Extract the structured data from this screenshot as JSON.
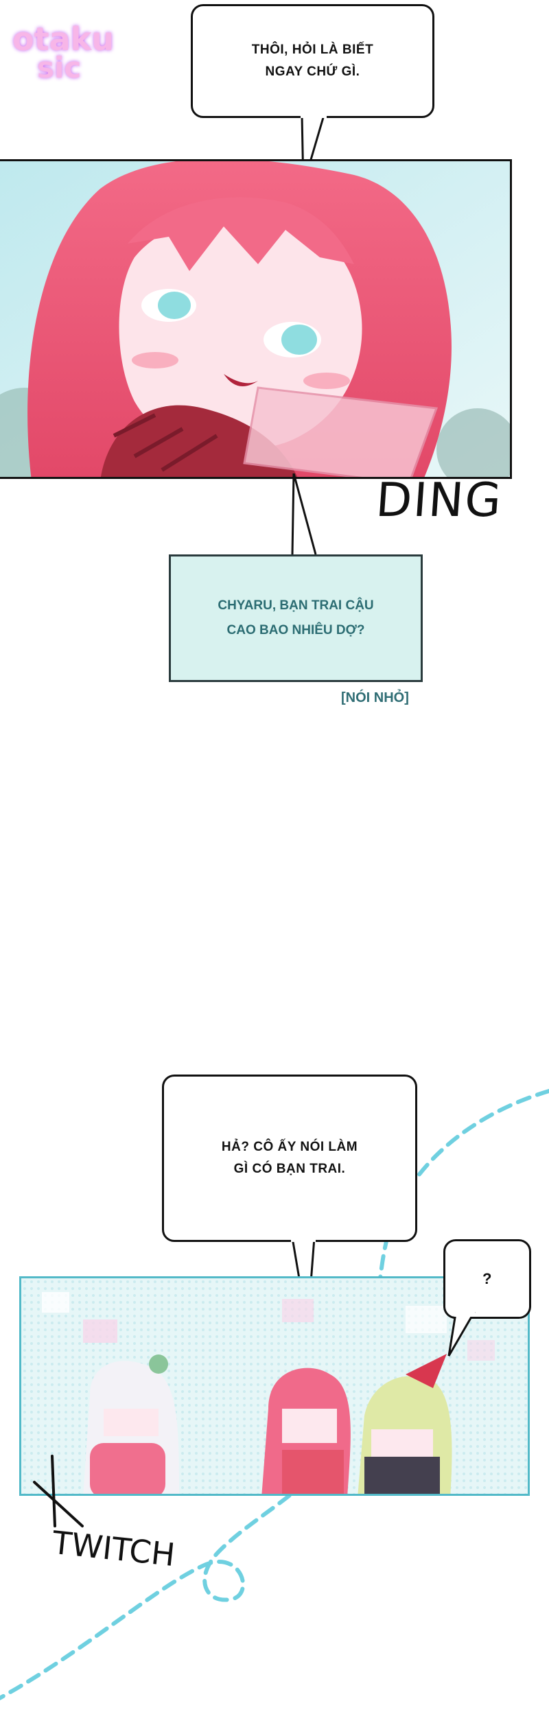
{
  "logo": {
    "line1": "otaku",
    "line2": "sic"
  },
  "bubble1": {
    "text": "THÔI, HỎI LÀ BIẾT\nNGAY CHỨ GÌ."
  },
  "sfx_ding": "DING",
  "whisper_box": {
    "text": "CHYARU, BẠN TRAI CẬU\nCAO BAO NHIÊU DỢ?"
  },
  "whisper_tag": "[NÓI NHỎ]",
  "bubble2": {
    "text": "HẢ? CÔ ẤY NÓI LÀM\nGÌ CÓ BẠN TRAI."
  },
  "bubble3": {
    "text": "?"
  },
  "sfx_twitch": "TWITCH",
  "colors": {
    "panel_border": "#111111",
    "teal_panel_border": "#52b9c8",
    "whisper_bg": "#d8f2ef",
    "whisper_text": "#2b6c72",
    "dashed_line": "#6fd0e0"
  }
}
